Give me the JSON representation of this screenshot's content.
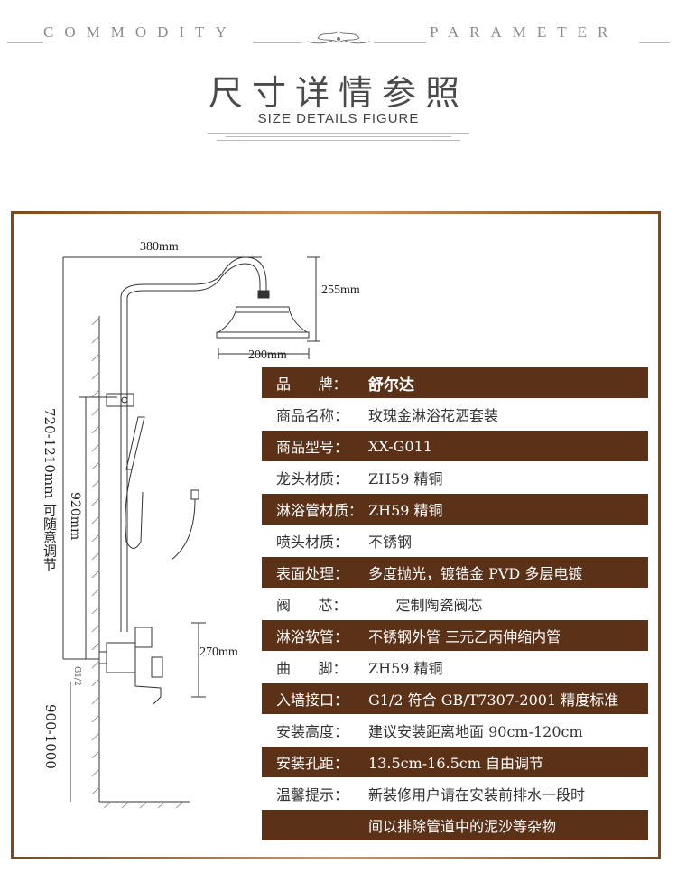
{
  "header": {
    "left_word": "COMMODITY",
    "right_word": "PARAMETER",
    "title_cn": "尺寸详情参照",
    "title_en": "SIZE DETAILS FIGURE"
  },
  "diagram": {
    "dim_width": "380mm",
    "dim_head_height": "255mm",
    "dim_head_diameter": "200mm",
    "dim_range": "720-1210mm 可随意调节",
    "dim_920": "920mm",
    "dim_270": "270mm",
    "dim_thread": "G1/2",
    "dim_floor": "900-1000"
  },
  "specs": [
    {
      "label": "品      牌：",
      "value": "舒尔达",
      "dark": true,
      "bold": true
    },
    {
      "label": "商品名称：",
      "value": "玫瑰金淋浴花洒套装",
      "dark": false
    },
    {
      "label": "商品型号：",
      "value": "XX-G011",
      "dark": true
    },
    {
      "label": "龙头材质：",
      "value": "ZH59 精铜",
      "dark": false
    },
    {
      "label": "淋浴管材质：",
      "value": "ZH59 精铜",
      "dark": true
    },
    {
      "label": "喷头材质：",
      "value": "不锈钢",
      "dark": false
    },
    {
      "label": "表面处理：",
      "value": "多度抛光，镀锆金 PVD 多层电镀",
      "dark": true
    },
    {
      "label": "阀      芯：",
      "value": "      定制陶瓷阀芯",
      "dark": false
    },
    {
      "label": "淋浴软管：",
      "value": "不锈钢外管 三元乙丙伸缩内管",
      "dark": true
    },
    {
      "label": "曲      脚：",
      "value": "ZH59 精铜",
      "dark": false
    },
    {
      "label": "入墙接口：",
      "value": "G1/2 符合 GB/T7307-2001 精度标准",
      "dark": true
    },
    {
      "label": "安装高度：",
      "value": "建议安装距离地面 90cm-120cm",
      "dark": false
    },
    {
      "label": "安装孔距：",
      "value": "13.5cm-16.5cm 自由调节",
      "dark": true
    },
    {
      "label": "温馨提示：",
      "value": "新装修用户请在安装前排水一段时",
      "dark": false
    },
    {
      "label": "",
      "value": "间以排除管道中的泥沙等杂物",
      "dark": true
    }
  ]
}
